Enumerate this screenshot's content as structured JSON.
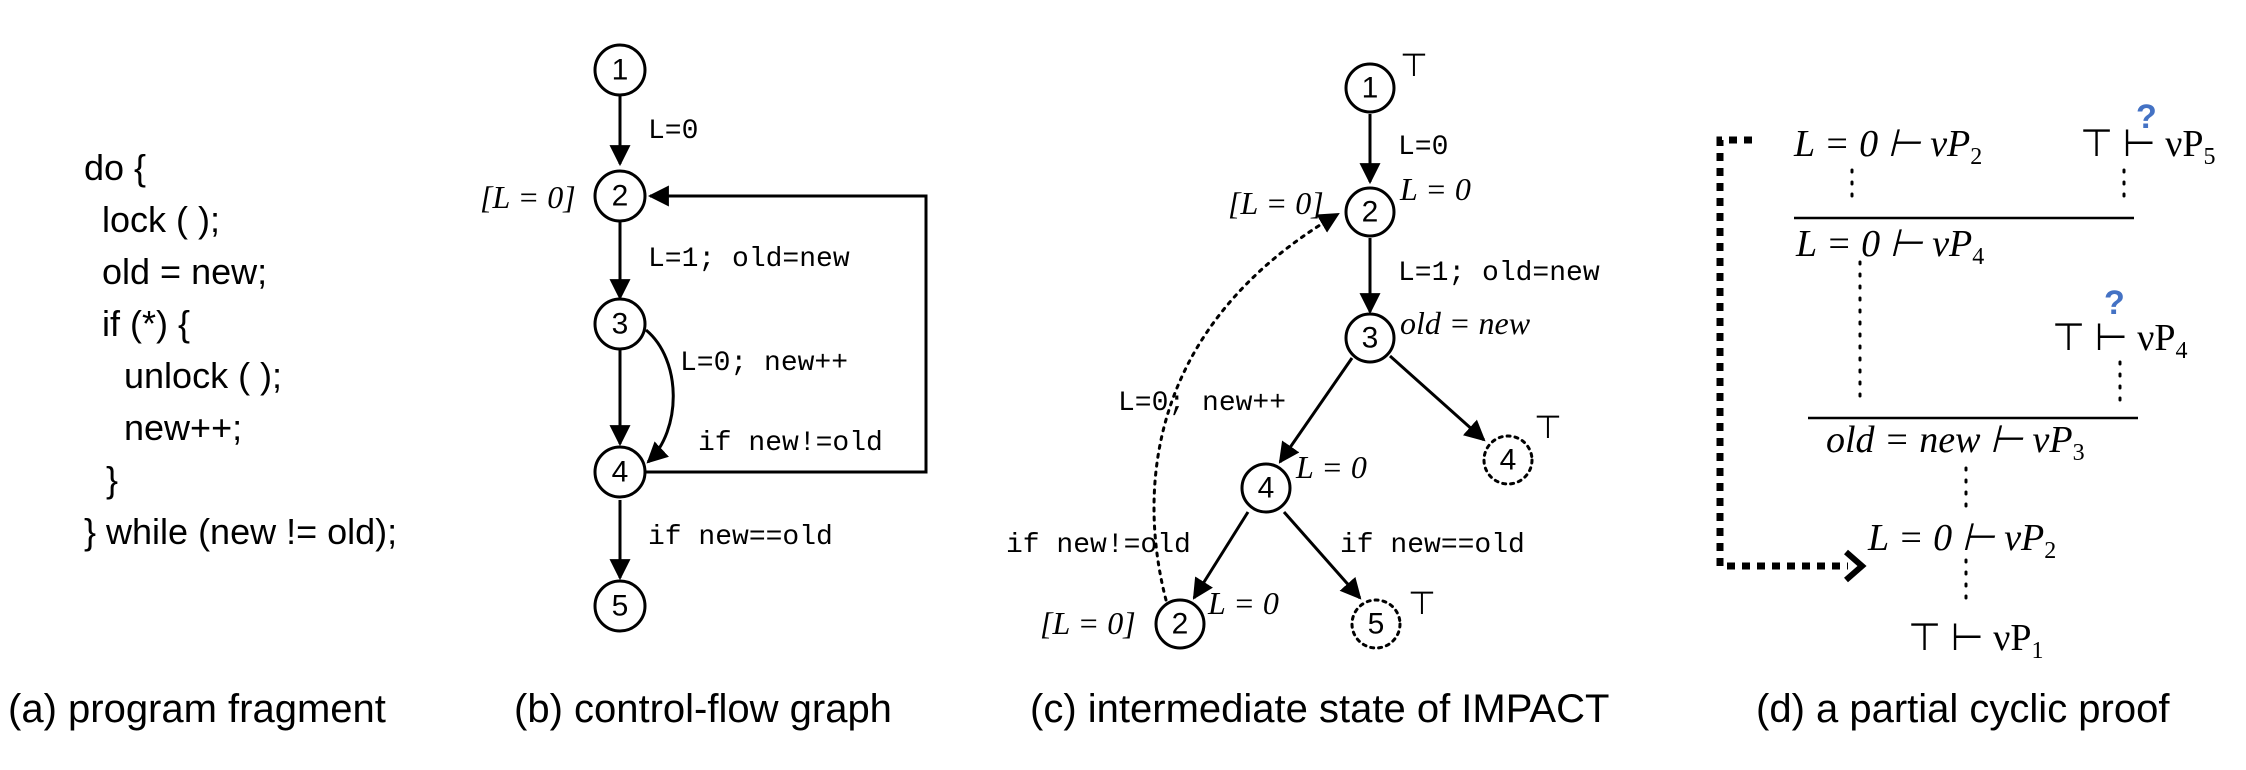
{
  "program": {
    "lines": [
      "do {",
      "lock ( );",
      "old = new;",
      "if (*) {",
      "unlock ( );",
      "new++;",
      "}",
      "} while (new != old);"
    ]
  },
  "cfg": {
    "nodes": [
      "1",
      "2",
      "3",
      "4",
      "5"
    ],
    "node2_annotation": "[L = 0]",
    "edges": {
      "e12": "L=0",
      "e23": "L=1; old=new",
      "e34_side": "L=0; new++",
      "e42_back": "if new!=old",
      "e45": "if new==old"
    }
  },
  "impact": {
    "nodes": {
      "n1": "1",
      "n2": "2",
      "n3": "3",
      "n4": "4",
      "n4b": "4",
      "n2b": "2",
      "n5": "5"
    },
    "labels": {
      "n1": "⊤",
      "n2": "L = 0",
      "n2_left": "[L = 0]",
      "n3": "old = new",
      "n4": "L = 0",
      "n4b": "⊤",
      "n2b": "L = 0",
      "n2b_left": "[L = 0]",
      "n5": "⊤"
    },
    "edges": {
      "e12": "L=0",
      "e23": "L=1; old=new",
      "e34": "L=0; new++",
      "e4_2": "if new!=old",
      "e4_5": "if new==old"
    }
  },
  "proof": {
    "top_left": "L = 0 ⊢ νP",
    "top_left_sub": "2",
    "top_right": "⊤ ⊢ νP",
    "top_right_sub": "5",
    "line1": "L = 0 ⊢ νP",
    "line1_sub": "4",
    "mid_right": "⊤ ⊢ νP",
    "mid_right_sub": "4",
    "line2": "old = new ⊢ νP",
    "line2_sub": "3",
    "line3": "L = 0 ⊢ νP",
    "line3_sub": "2",
    "bottom": "⊤ ⊢ νP",
    "bottom_sub": "1",
    "qmark1": "?",
    "qmark2": "?"
  },
  "captions": {
    "a": "(a) program fragment",
    "b": "(b) control-flow graph",
    "c": "(c) intermediate state of IMPACT",
    "d": "(d) a partial cyclic proof"
  },
  "colors": {
    "qmark": "#4472C4"
  }
}
